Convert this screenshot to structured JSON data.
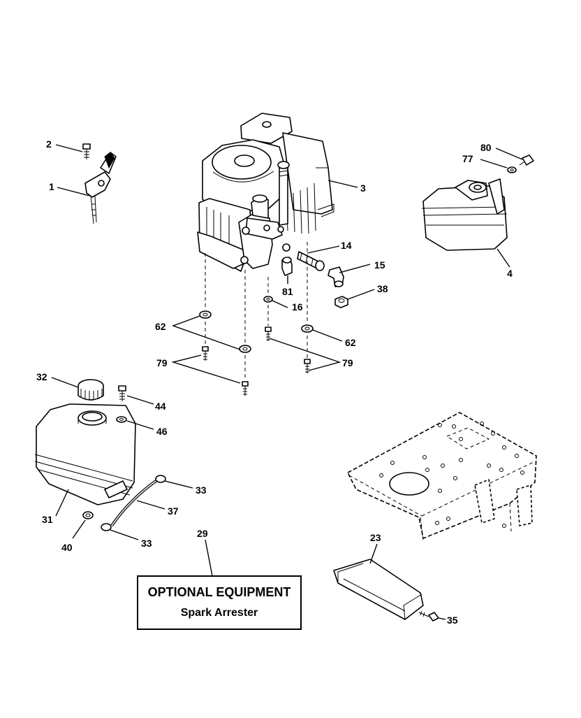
{
  "header_fragment": "",
  "optional_box": {
    "title": "OPTIONAL EQUIPMENT",
    "subtitle": "Spark Arrester"
  },
  "callouts": {
    "c1": "1",
    "c2": "2",
    "c3": "3",
    "c4": "4",
    "c14": "14",
    "c15": "15",
    "c16": "16",
    "c23": "23",
    "c29": "29",
    "c31": "31",
    "c32": "32",
    "c33a": "33",
    "c33b": "33",
    "c35": "35",
    "c37": "37",
    "c38": "38",
    "c40": "40",
    "c44": "44",
    "c46": "46",
    "c62a": "62",
    "c62b": "62",
    "c77": "77",
    "c79a": "79",
    "c79b": "79",
    "c80": "80",
    "c81": "81"
  }
}
